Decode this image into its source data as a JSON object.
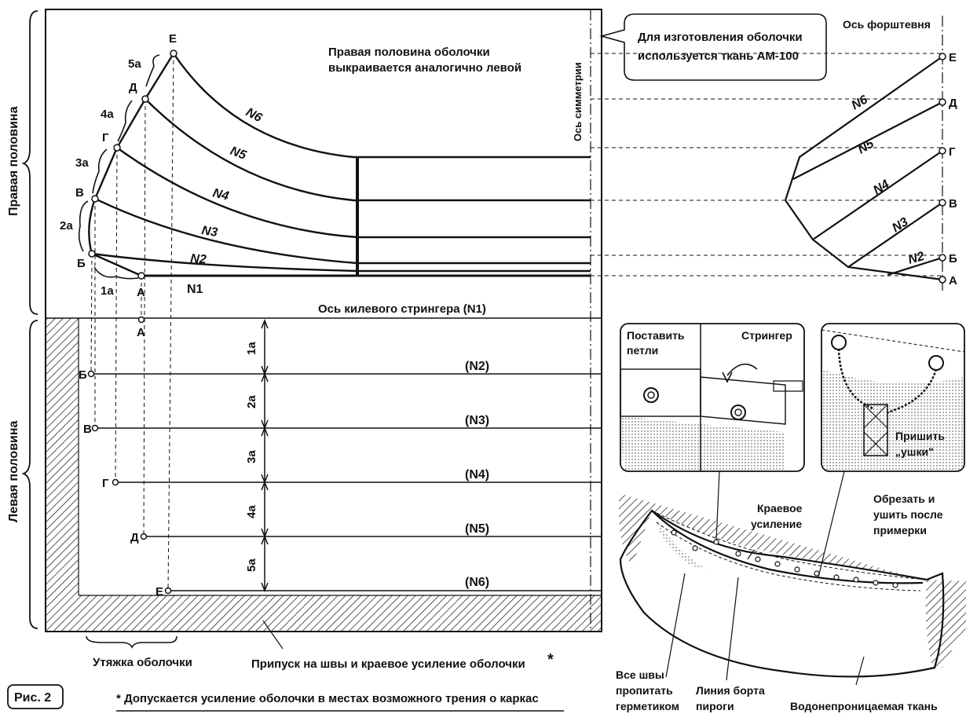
{
  "labels": {
    "right_half": "Правая половина",
    "left_half": "Левая половина",
    "right_half_note_1": "Правая половина оболочки",
    "right_half_note_2": "выкраивается аналогично левой",
    "fabric_note_1": "Для изготовления оболочки",
    "fabric_note_2": "используется ткань АМ-100",
    "symmetry_axis": "Ось симметрии",
    "stem_axis": "Ось форштевня",
    "keel_axis": "Ось килевого стрингера (N1)",
    "shrink": "Утяжка оболочки",
    "allowance": "Припуск на швы и краевое усиление оболочки",
    "asterisk": "*",
    "figure": "Рис. 2",
    "footnote": "*  Допускается усиление оболочки в местах возможного трения о каркас"
  },
  "points": [
    "А",
    "Б",
    "В",
    "Г",
    "Д",
    "Е"
  ],
  "intervals": [
    "1а",
    "2а",
    "3а",
    "4а",
    "5а"
  ],
  "stringers": [
    "N1",
    "N2",
    "N3",
    "N4",
    "N5",
    "N6"
  ],
  "left_stringers": [
    "(N2)",
    "(N3)",
    "(N4)",
    "(N5)",
    "(N6)"
  ],
  "detail_labels": {
    "loops_1": "Поставить",
    "loops_2": "петли",
    "stringer": "Стрингер",
    "ears_1": "Пришить",
    "ears_2": "„ушки\"",
    "edge_1": "Краевое",
    "edge_2": "усиление",
    "trim_1": "Обрезать и",
    "trim_2": "ушить после",
    "trim_3": "примерки",
    "seams_1": "Все швы",
    "seams_2": "пропитать",
    "seams_3": "герметиком",
    "side_1": "Линия борта",
    "side_2": "пироги",
    "waterproof": "Водонепроницаемая ткань"
  }
}
